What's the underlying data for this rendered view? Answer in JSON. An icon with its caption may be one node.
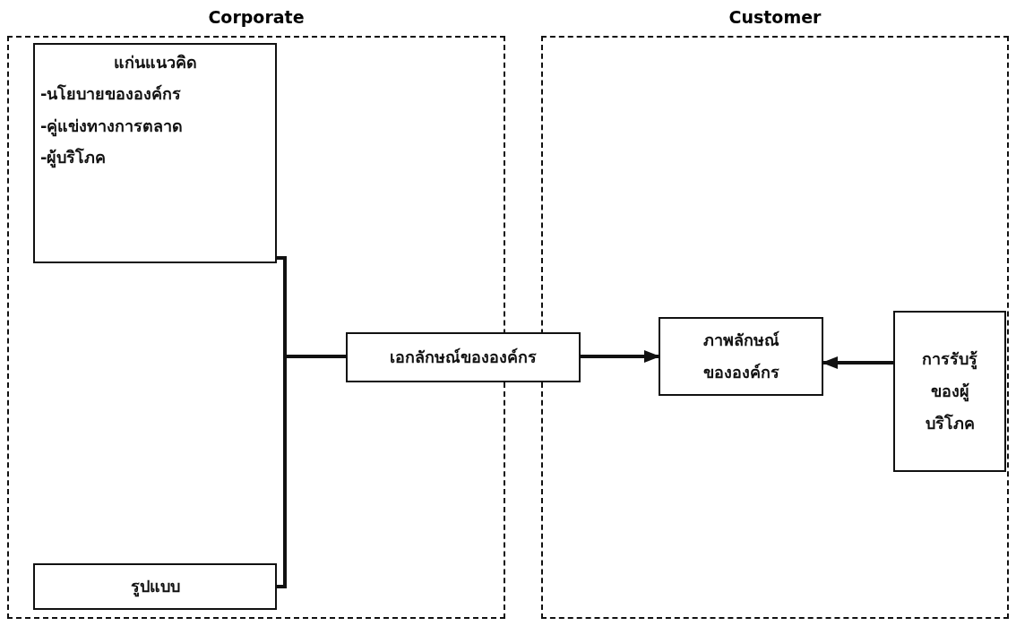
{
  "diagram": {
    "nodes": [
      {
        "text": [
          "Corporate"
        ]
      },
      {
        "text": [
          "Customer"
        ]
      },
      {
        "text": [
          "แก่นแนวคิด",
          "-นโยบายขององค์กร",
          "-คู่แข่งทางการตลาด",
          "-ผู้บริโภค"
        ],
        "in": 0
      },
      {
        "text": [
          "รูปแบบ"
        ],
        "in": 0
      },
      {
        "text": [
          "เอกลักษณ์ขององค์กร"
        ]
      },
      {
        "text": [
          "ภาพลักษณ์ขององค์กร"
        ],
        "in": 1
      },
      {
        "text": [
          "การรับรู้ของผู้บริโภค"
        ],
        "in": 1
      }
    ],
    "edges": [
      {
        "from": 2,
        "to": 4,
        "arrow": "none"
      },
      {
        "from": 3,
        "to": 4,
        "arrow": "none"
      },
      {
        "from": 4,
        "to": 5,
        "arrow": "to"
      },
      {
        "from": 6,
        "to": 5,
        "arrow": "to"
      }
    ]
  }
}
